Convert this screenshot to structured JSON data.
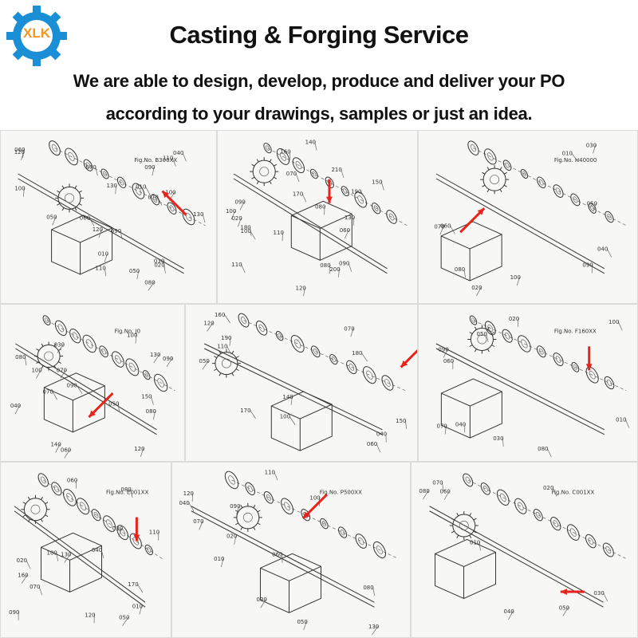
{
  "header": {
    "logo_text": "XLK",
    "title": "Casting & Forging Service",
    "subtitle_line1": "We are able to design, develop, produce and deliver your PO",
    "subtitle_line2": "according to your drawings, samples or just an idea."
  },
  "colors": {
    "logo_gear": "#1a8fd6",
    "logo_text": "#f7941d",
    "arrow": "#e8231b",
    "ink": "#333333"
  },
  "panels": [
    {
      "labels": [
        "130",
        "120",
        "110",
        "100",
        "090",
        "070",
        "060",
        "040",
        "050",
        "030",
        "010",
        "020",
        "010",
        "050",
        "060",
        "070",
        "080",
        "090",
        "100",
        "110",
        "120",
        "130"
      ],
      "fig": "Fig.No. B300XX"
    },
    {
      "labels": [
        "210",
        "150",
        "160",
        "140",
        "130",
        "120",
        "110",
        "100",
        "190",
        "200",
        "090",
        "080",
        "170",
        "180",
        "020",
        "060",
        "070",
        "080",
        "090",
        "100",
        "110"
      ],
      "fig": ""
    },
    {
      "labels": [
        "010",
        "020",
        "030",
        "040",
        "050",
        "060",
        "070",
        "080",
        "090",
        "100"
      ],
      "fig": "Fig.No. H40000"
    },
    {
      "labels": [
        "120",
        "050",
        "060",
        "070",
        "090",
        "100",
        "080",
        "030",
        "130",
        "140",
        "150",
        "040",
        "070",
        "080",
        "090",
        "100"
      ],
      "fig": "Fig.No. J0"
    },
    {
      "labels": [
        "040",
        "050",
        "060",
        "070",
        "110",
        "100",
        "120",
        "140",
        "150",
        "160",
        "170",
        "180",
        "190"
      ],
      "fig": ""
    },
    {
      "labels": [
        "010",
        "020",
        "030",
        "040",
        "050",
        "060",
        "070",
        "080",
        "090",
        "100"
      ],
      "fig": "Fig.No. F160XX"
    },
    {
      "labels": [
        "160",
        "170",
        "010",
        "040",
        "060",
        "050",
        "020",
        "030",
        "070",
        "080",
        "090",
        "100",
        "110",
        "120",
        "130"
      ],
      "fig": "Fig.No. E001XX"
    },
    {
      "labels": [
        "010",
        "020",
        "030",
        "040",
        "050",
        "060",
        "070",
        "080",
        "090",
        "100",
        "110",
        "120",
        "130"
      ],
      "fig": "Fig.No. P500XX"
    },
    {
      "labels": [
        "010",
        "020",
        "030",
        "040",
        "050",
        "060",
        "070",
        "080"
      ],
      "fig": "Fig.No. C001XX"
    }
  ]
}
